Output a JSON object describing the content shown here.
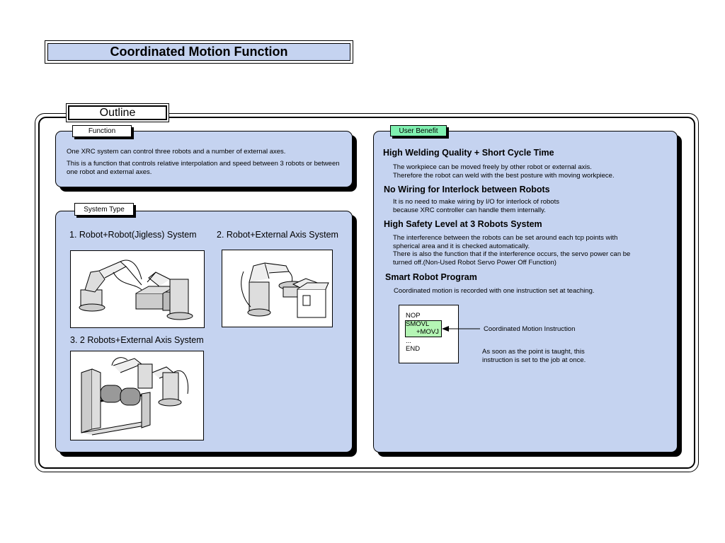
{
  "title": "Coordinated Motion Function",
  "outline": {
    "label": "Outline"
  },
  "function": {
    "tab": "Function",
    "line1": "One XRC system can control three robots and a number of external axes.",
    "line2": "This is a function that controls relative interpolation and speed between 3 robots or between one robot and external axes."
  },
  "system_type": {
    "tab": "System Type",
    "systems": [
      {
        "label": "1. Robot+Robot(Jigless) System"
      },
      {
        "label": "2. Robot+External Axis System"
      },
      {
        "label": "3. 2 Robots+External Axis System"
      }
    ]
  },
  "user_benefit": {
    "tab": "User Benefit",
    "items": [
      {
        "heading": "High Welding Quality + Short Cycle Time",
        "text": "The workpiece can be moved freely by other robot or external axis.\nTherefore the robot can weld with the best posture with moving workpiece."
      },
      {
        "heading": "No Wiring for Interlock between Robots",
        "text": "It is no need to make wiring by I/O for interlock of robots\nbecause XRC controller can handle them internally."
      },
      {
        "heading": "High Safety Level at 3 Robots System",
        "text": "The interference between the robots can be set around each tcp points with\nspherical area and it is checked automatically.\nThere is also the function that if the interference occurs, the servo power can be\nturned off.(Non-Used Robot Servo Power Off Function)"
      },
      {
        "heading": "Smart Robot Program",
        "text": "Coordinated motion is recorded with one instruction set at teaching."
      }
    ],
    "program": {
      "lines": [
        "NOP",
        "SMOVL",
        "+MOVJ",
        "...",
        "END"
      ],
      "annotation": "Coordinated Motion Instruction",
      "note": "As soon as the point is taught, this instruction is set to the job at once."
    }
  },
  "colors": {
    "panel": "#c5d3f0",
    "benefit_tab": "#7ff0b0",
    "highlight": "#b4f5b4"
  }
}
